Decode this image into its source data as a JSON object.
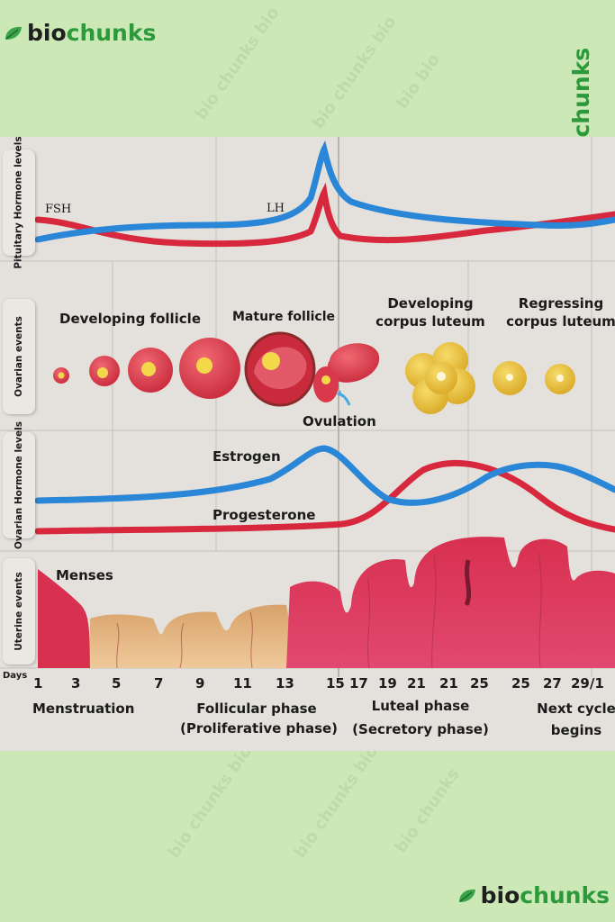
{
  "branding": {
    "logo_text_bio": "bio",
    "logo_text_chunks": "chunks",
    "logo_tag": "crest",
    "colors": {
      "bio": "#1f1f1f",
      "chunks": "#2c9a3a",
      "background": "#cbe8b6"
    }
  },
  "row_labels": {
    "pituitary": "Pituitary Hormone levels",
    "ovarian_events": "Ovarian events",
    "ovarian_hormones": "Ovarian Hormone levels",
    "uterine_events": "Uterine events"
  },
  "pituitary": {
    "fsh": "FSH",
    "lh": "LH"
  },
  "ovarian": {
    "developing_follicle": "Developing follicle",
    "mature_follicle": "Mature follicle",
    "developing_corpus_luteum": "Developing corpus luteum",
    "regressing_corpus_luteum": "Regressing corpus luteum",
    "ovulation": "Ovulation"
  },
  "hormones": {
    "estrogen": "Estrogen",
    "progesterone": "Progesterone"
  },
  "uterine": {
    "menses": "Menses"
  },
  "days_label": "Days",
  "days": [
    "1",
    "3",
    "5",
    "7",
    "9",
    "11",
    "13",
    "15",
    "17",
    "19",
    "21",
    "21",
    "25",
    "25",
    "27",
    "29/1"
  ],
  "phases": {
    "menstruation": "Menstruation",
    "follicular_1": "Follicular phase",
    "follicular_2": "(Proliferative phase)",
    "luteal_1": "Luteal phase",
    "luteal_2": "(Secretory phase)",
    "next_1": "Next cycle",
    "next_2": "begins"
  },
  "colors": {
    "fsh_line": "#d8283d",
    "lh_line": "#2a86d6",
    "follicle": "#d93a4b",
    "corpus_luteum": "#e8c03a",
    "endometrium": "#c8244c"
  }
}
